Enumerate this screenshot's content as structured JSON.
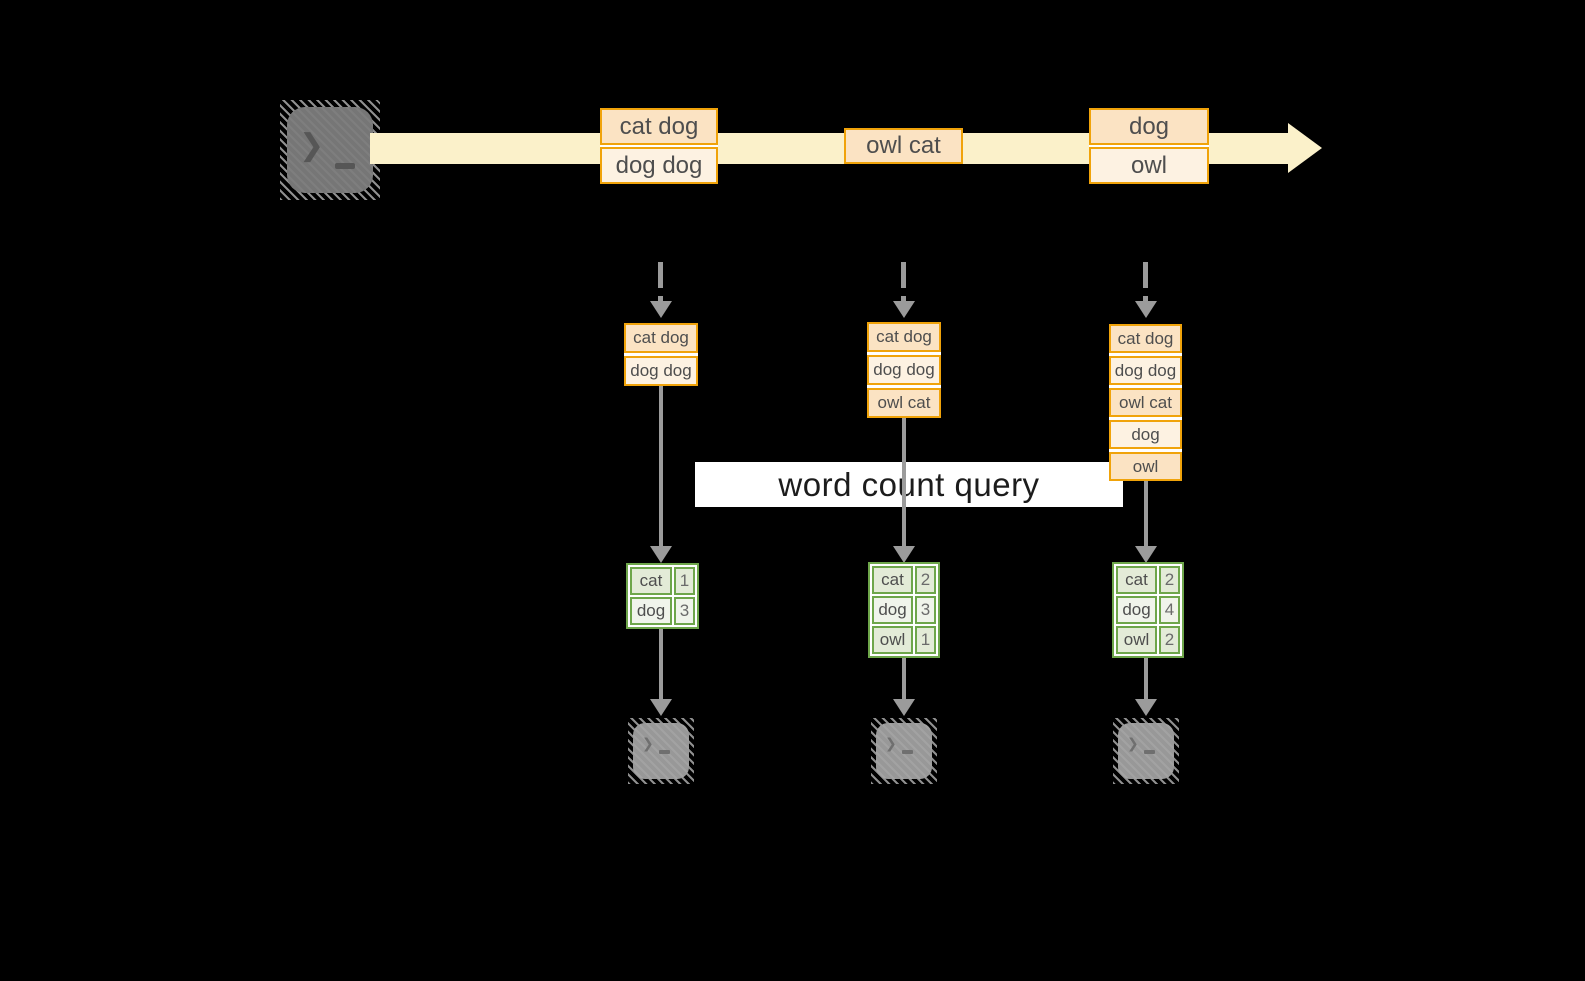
{
  "colors": {
    "canvas_bg": "#000000",
    "amber_border": "#F0A30A",
    "peach_dark": "#FBE3C3",
    "peach_light": "#FDF2E2",
    "stream_fill": "#FBF1CA",
    "green_border": "#6EA64A",
    "green_fill_dark": "#E3EBD7",
    "green_fill_light": "#F0F4EB",
    "arrow_gray": "#9B9B9B",
    "query_bg": "#FFFFFF",
    "query_text": "#1C1C1C",
    "label_text": "#4E4E4E"
  },
  "icons": {
    "prompt_chevron": "❯"
  },
  "stream": {
    "events": [
      [
        "cat dog",
        "dog dog"
      ],
      [
        "owl cat"
      ],
      [
        "dog",
        "owl"
      ]
    ]
  },
  "query_label": "word count query",
  "columns": [
    {
      "stack": [
        "cat dog",
        "dog dog"
      ],
      "counts": [
        {
          "word": "cat",
          "count": "1"
        },
        {
          "word": "dog",
          "count": "3"
        }
      ]
    },
    {
      "stack": [
        "cat dog",
        "dog dog",
        "owl cat"
      ],
      "counts": [
        {
          "word": "cat",
          "count": "2"
        },
        {
          "word": "dog",
          "count": "3"
        },
        {
          "word": "owl",
          "count": "1"
        }
      ]
    },
    {
      "stack": [
        "cat dog",
        "dog dog",
        "owl cat",
        "dog",
        "owl"
      ],
      "counts": [
        {
          "word": "cat",
          "count": "2"
        },
        {
          "word": "dog",
          "count": "4"
        },
        {
          "word": "owl",
          "count": "2"
        }
      ]
    }
  ]
}
